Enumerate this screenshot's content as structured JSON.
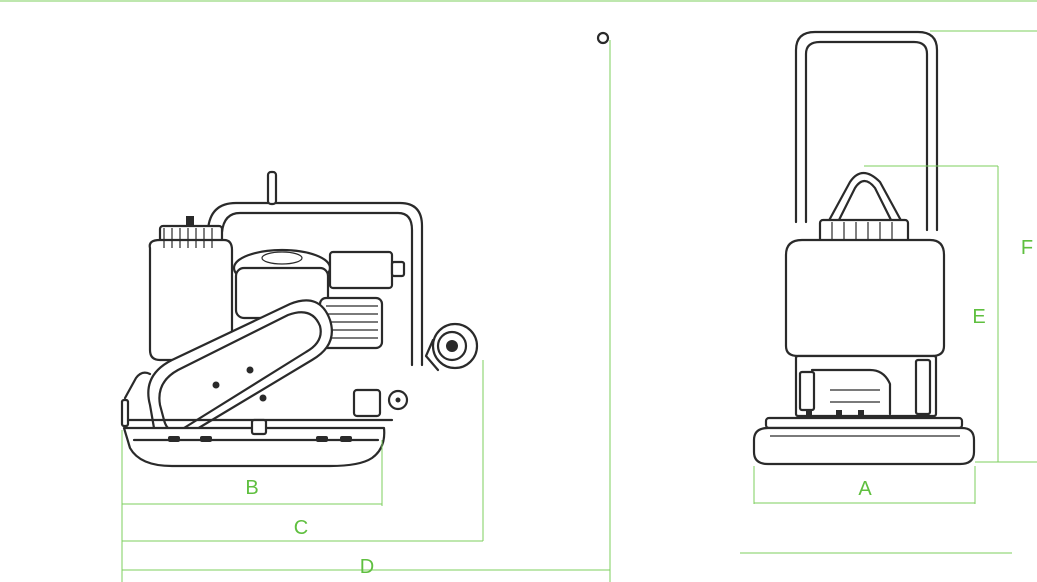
{
  "labels": {
    "a": "A",
    "b": "B",
    "c": "C",
    "d": "D",
    "e": "E",
    "f": "F"
  },
  "colors": {
    "dimension": "#7ccf5e",
    "label": "#5fbf3f",
    "ink": "#2a2a2a"
  }
}
